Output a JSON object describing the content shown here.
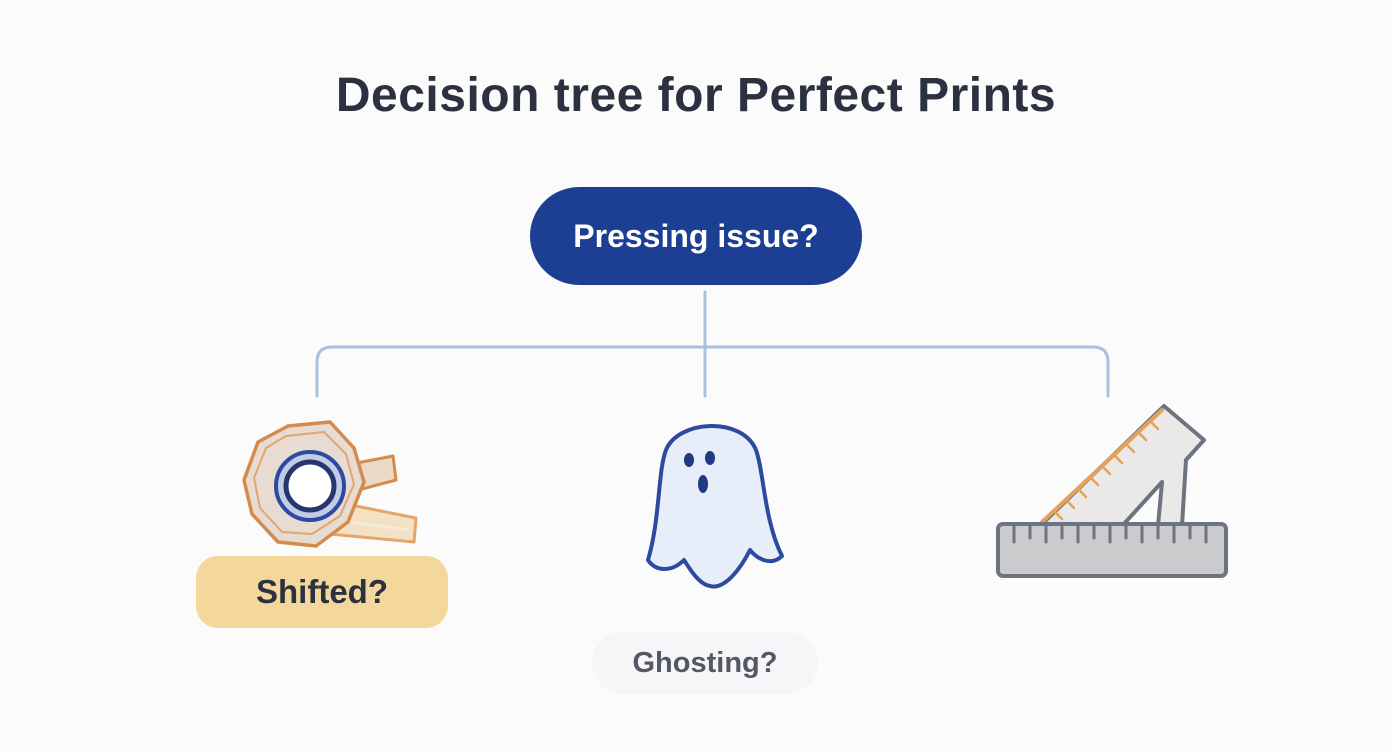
{
  "title": "Decision tree for Perfect Prints",
  "root": {
    "label": "Pressing issue?"
  },
  "branches": [
    {
      "label": "Shifted?",
      "icon": "tape-roll-icon"
    },
    {
      "label": "Ghosting?",
      "icon": "ghost-icon"
    },
    {
      "label": "",
      "icon": "ruler-set-square-icon"
    }
  ],
  "colors": {
    "root_fill": "#1c3f94",
    "connector": "#a9c0de",
    "shifted_fill": "#f4d79a",
    "ghosting_fill": "#f6f6f8",
    "text_dark": "#2c3140"
  }
}
